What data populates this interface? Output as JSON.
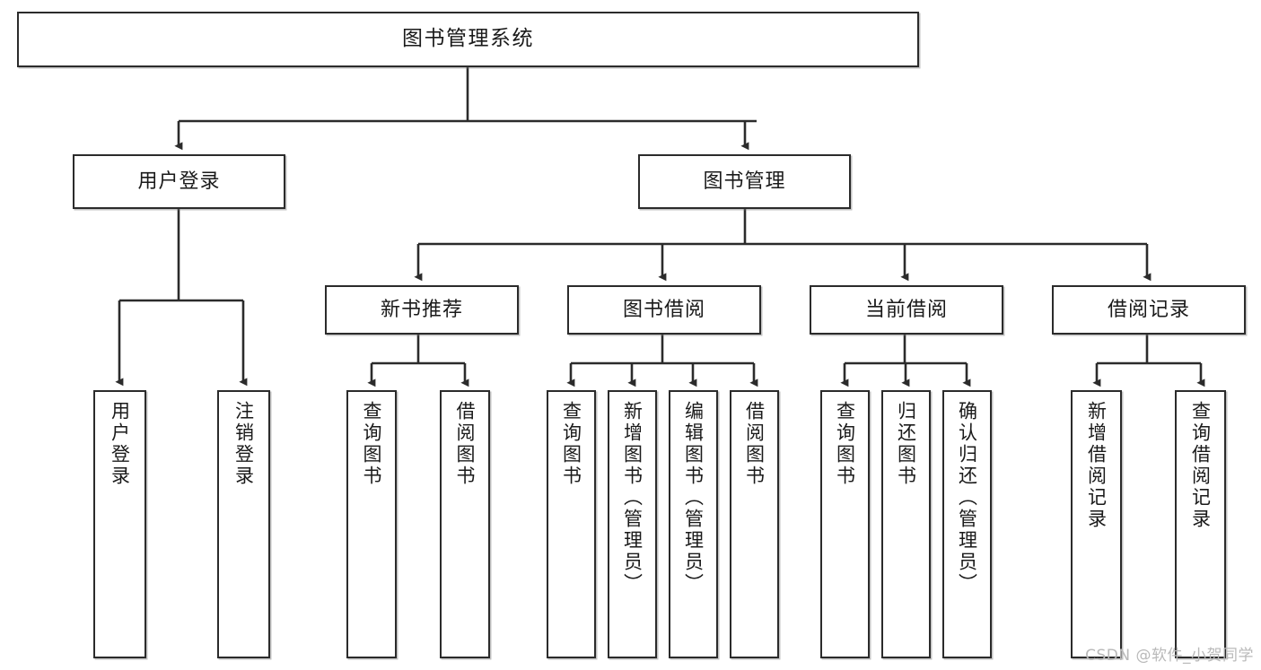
{
  "diagram": {
    "title": "图书管理系统",
    "type": "tree-hierarchy",
    "watermark": "CSDN @软件_小贺同学",
    "colors": {
      "box_border": "#2b2b2b",
      "box_fill": "#ffffff",
      "connector": "#2b2b2b",
      "text": "#1a1a1a",
      "watermark": "#b9b9b9"
    },
    "nodes": {
      "root": {
        "label": "图书管理系统",
        "level": 1
      },
      "level2": [
        {
          "id": "user-login",
          "label": "用户登录",
          "level": 2
        },
        {
          "id": "book-manage",
          "label": "图书管理",
          "level": 2
        }
      ],
      "level3": [
        {
          "id": "new-book-recommend",
          "label": "新书推荐",
          "level": 3,
          "parent": "book-manage"
        },
        {
          "id": "book-borrow",
          "label": "图书借阅",
          "level": 3,
          "parent": "book-manage"
        },
        {
          "id": "current-borrow",
          "label": "当前借阅",
          "level": 3,
          "parent": "book-manage"
        },
        {
          "id": "borrow-record",
          "label": "借阅记录",
          "level": 3,
          "parent": "book-manage"
        }
      ],
      "leaves": [
        {
          "id": "leaf-user-login",
          "label": "用户登录",
          "parent": "user-login"
        },
        {
          "id": "leaf-logout-login",
          "label": "注销登录",
          "parent": "user-login"
        },
        {
          "id": "leaf-query-book-1",
          "label": "查询图书",
          "parent": "new-book-recommend"
        },
        {
          "id": "leaf-borrow-book-1",
          "label": "借阅图书",
          "parent": "new-book-recommend"
        },
        {
          "id": "leaf-query-book-2",
          "label": "查询图书",
          "parent": "book-borrow"
        },
        {
          "id": "leaf-add-book",
          "label": "新增图书（管理员）",
          "parent": "book-borrow"
        },
        {
          "id": "leaf-edit-book",
          "label": "编辑图书（管理员）",
          "parent": "book-borrow"
        },
        {
          "id": "leaf-borrow-book-2",
          "label": "借阅图书",
          "parent": "book-borrow"
        },
        {
          "id": "leaf-query-book-3",
          "label": "查询图书",
          "parent": "current-borrow"
        },
        {
          "id": "leaf-return-book",
          "label": "归还图书",
          "parent": "current-borrow"
        },
        {
          "id": "leaf-confirm-return",
          "label": "确认归还（管理员）",
          "parent": "current-borrow"
        },
        {
          "id": "leaf-add-record",
          "label": "新增借阅记录",
          "parent": "borrow-record"
        },
        {
          "id": "leaf-query-record",
          "label": "查询借阅记录",
          "parent": "borrow-record"
        }
      ]
    }
  }
}
